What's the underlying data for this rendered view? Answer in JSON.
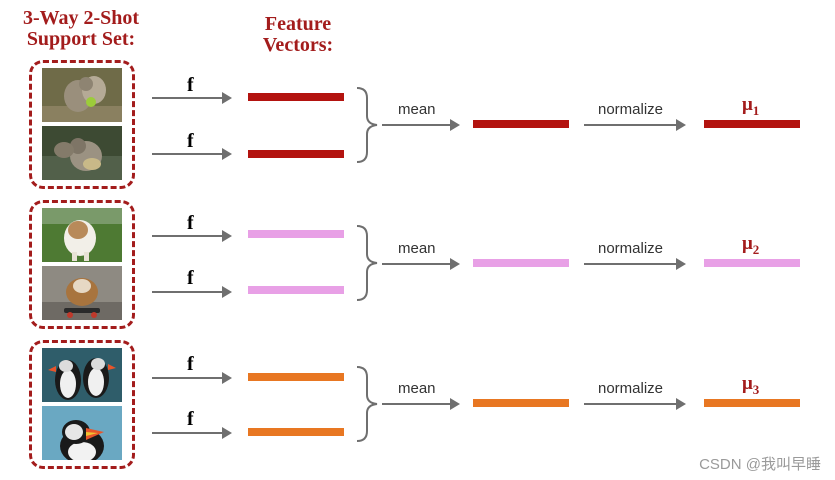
{
  "titles": {
    "support_set": "3-Way 2-Shot\nSupport Set:",
    "feature_vectors": "Feature\nVectors:"
  },
  "function_label": "f",
  "ops": {
    "mean": "mean",
    "normalize": "normalize"
  },
  "colors": {
    "dark_red": "#a31c1c",
    "pink": "#e8a0e6",
    "orange": "#e87722",
    "arrow_gray": "#6f6f6f"
  },
  "groups": [
    {
      "class": "squirrel",
      "color": "#b3130f",
      "mu_symbol": "μ",
      "mu_index": "1"
    },
    {
      "class": "bulldog",
      "color": "#e8a0e6",
      "mu_symbol": "μ",
      "mu_index": "2"
    },
    {
      "class": "puffin",
      "color": "#e87722",
      "mu_symbol": "μ",
      "mu_index": "3"
    }
  ],
  "watermark": "CSDN @我叫早睡"
}
